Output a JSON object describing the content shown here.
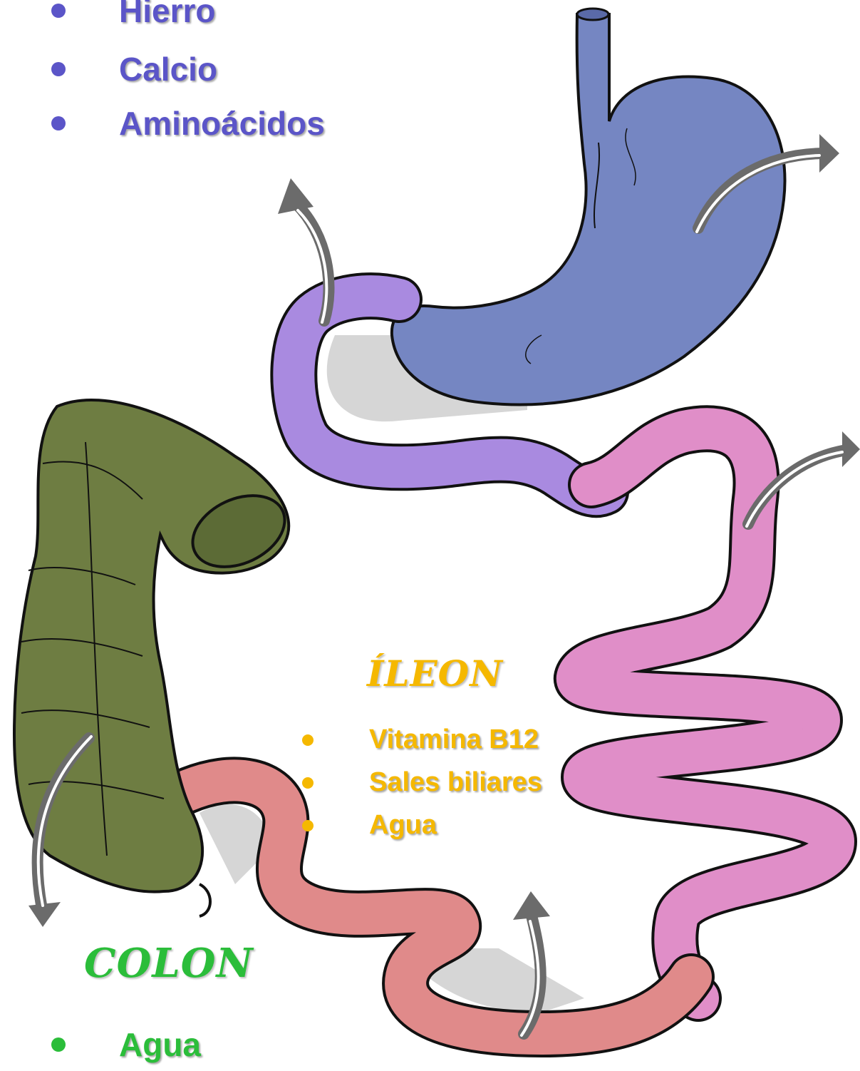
{
  "top_list": {
    "color": "#5b55c8",
    "items": [
      "Hierro",
      "Calcio",
      "Aminoácidos"
    ]
  },
  "ileon": {
    "color": "#f5b800",
    "title": "ÍLEON",
    "items": [
      "Vitamina B12",
      "Sales biliares",
      "Agua"
    ]
  },
  "colon": {
    "color": "#2bbd3a",
    "title": "COLON",
    "items": [
      "Agua"
    ]
  },
  "organs": {
    "stomach_color": "#7586c2",
    "duodenum_color": "#a98ae0",
    "jejunum_color": "#e08ec8",
    "ileum_color": "#e08a8a",
    "colon_color": "#6e7d42",
    "arrow_color": "#6b6b6b"
  }
}
